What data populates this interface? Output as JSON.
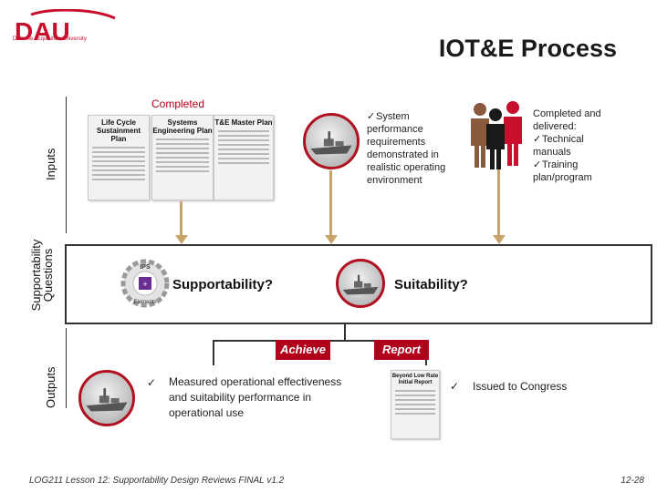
{
  "header": {
    "logo_text": "DAU",
    "logo_subtext": "Defense Acquisition University",
    "title": "IOT&E Process"
  },
  "side_labels": {
    "inputs": "Inputs",
    "supportability_questions": "Supportability Questions",
    "outputs": "Outputs"
  },
  "inputs": {
    "completed_label": "Completed",
    "documents": [
      {
        "title": "Life Cycle Sustainment Plan"
      },
      {
        "title": "Systems Engineering Plan"
      },
      {
        "title": "T&E Master Plan"
      }
    ],
    "system_bullet": "System performance requirements demonstrated in realistic operating environment",
    "people_text": {
      "lead": "Completed and delivered:",
      "items": [
        "Technical manuals",
        "Training plan/program"
      ]
    }
  },
  "questions": {
    "ips_badge": "IPS",
    "ips_badge_sub": "Elements",
    "supportability": "Supportability?",
    "suitability": "Suitability?"
  },
  "outputs": {
    "achieve_tag": "Achieve",
    "report_tag": "Report",
    "achieve_text": "Measured operational effectiveness and suitability performance in operational use",
    "report_doc_title": "Beyond Low Rate Initial Report",
    "report_text": "Issued to Congress"
  },
  "footer": {
    "course": "LOG211 Lesson 12: Supportability Design Reviews  FINAL v1.2",
    "page": "12-28"
  },
  "colors": {
    "brand_red": "#b0001a",
    "arrow_tan": "#c9a46a",
    "box_border": "#333333"
  },
  "icons": [
    "dau-logo",
    "ship-icon",
    "people-icon",
    "ips-gear-icon",
    "check-icon",
    "report-document-icon"
  ]
}
